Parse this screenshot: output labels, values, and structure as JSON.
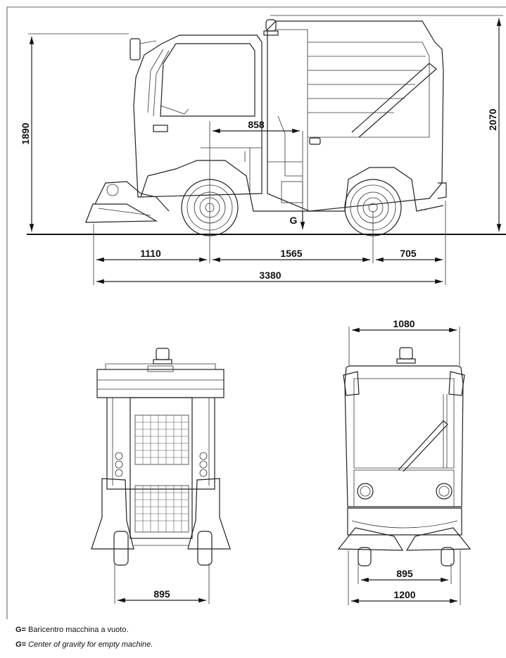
{
  "dimensions": {
    "side_height": "1890",
    "total_height": "2070",
    "cog_offset": "858",
    "front_overhang": "1110",
    "wheelbase": "1565",
    "rear_overhang": "705",
    "total_length": "3380",
    "cab_width": "1080",
    "front_track": "895",
    "rear_track": "895",
    "total_width": "1200"
  },
  "labels": {
    "g_marker": "G"
  },
  "legend": {
    "it_key": "G=",
    "it_text": " Baricentro macchina a vuoto.",
    "en_key": "G=",
    "en_text": " Center of gravity for empty machine."
  }
}
